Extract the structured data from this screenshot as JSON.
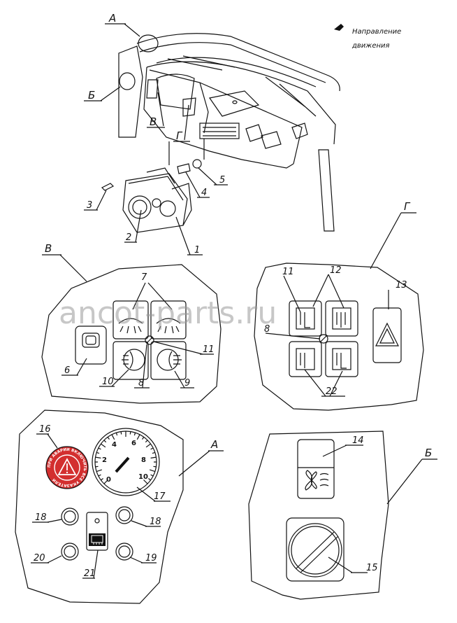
{
  "direction_note": {
    "line1": "Направление",
    "line2": "движения"
  },
  "view_letters": {
    "a": "А",
    "b": "Б",
    "v": "В",
    "g": "Г"
  },
  "part_numbers": {
    "p1": "1",
    "p2": "2",
    "p3": "3",
    "p4": "4",
    "p5": "5",
    "p6": "6",
    "p7": "7",
    "p8": "8",
    "p9": "9",
    "p10": "10",
    "p11": "11",
    "p12": "12",
    "p13": "13",
    "p14": "14",
    "p15": "15",
    "p16": "16",
    "p17": "17",
    "p18": "18",
    "p19": "19",
    "p20": "20",
    "p21": "21",
    "p22": "22"
  },
  "gauge_scale": [
    "0",
    "2",
    "4",
    "6",
    "8",
    "10"
  ],
  "watermark": "ancot-parts.ru",
  "badge_text": "ПРИ АВАРИИ ВКЛЮЧИТЬ ВСЕ УКАЗАТЕЛИ",
  "colors": {
    "ink": "#111111",
    "badge_red": "#d32f2f",
    "watermark": "#9a9a9a"
  }
}
